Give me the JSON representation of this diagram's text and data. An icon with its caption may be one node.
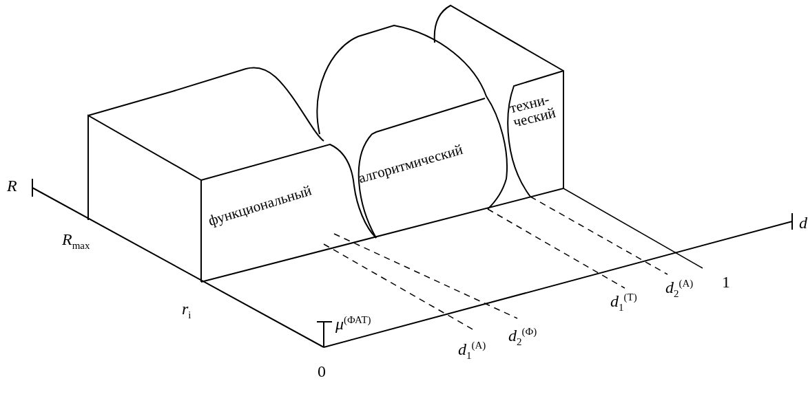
{
  "diagram": {
    "labels": [
      "техни- ческий",
      "алгоритмический",
      "*R*",
      "функциональный",
      "*R*$_{max}$",
      "*μ*$^{(ФАТ)}$",
      "*d*",
      "1",
      "*d*$_{1}$$^{(Т)}$",
      "*d*$_{2}$$^{(А)}$",
      "*r*$_{i}$",
      "*d*$_{2}$$^{(Ф)}$",
      "*d*$_{1}$$^{(А)}$",
      "0"
    ]
  }
}
